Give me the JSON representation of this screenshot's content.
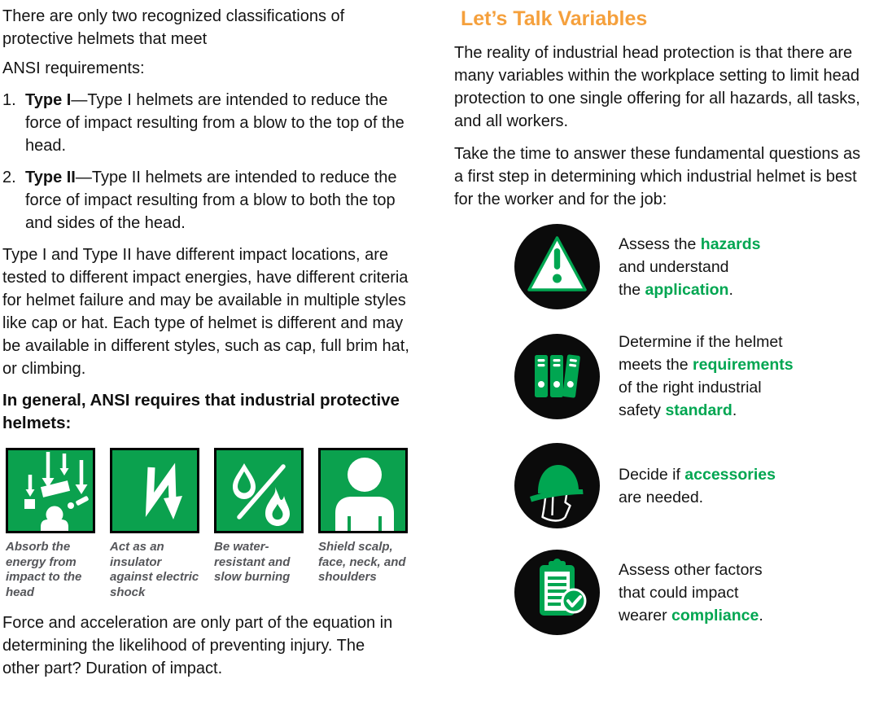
{
  "colors": {
    "green": "#00A651",
    "tile_green": "#0BA14E",
    "orange": "#F5A03C",
    "caption_gray": "#55565A",
    "badge_black": "#0B0B0B"
  },
  "left_column": {
    "intro_line_1": "There are only two recognized classifications of protective helmets that meet",
    "intro_line_2": "ANSI requirements:",
    "type_list": [
      {
        "number": "1.",
        "segments": [
          {
            "t": "Type I",
            "b": true
          },
          {
            "t": "—Type I helmets are intended to reduce the force of impact resulting from a blow to the top of the head."
          }
        ]
      },
      {
        "number": "2.",
        "segments": [
          {
            "t": "Type II",
            "b": true
          },
          {
            "t": "—Type II helmets are intended to reduce the force of impact resulting from a blow to both the top and sides of the head."
          }
        ]
      }
    ],
    "body_paragraph": "Type I and Type II have different impact locations, are tested to different impact energies, have different criteria for helmet failure and may be available in multiple styles like cap or hat. Each type of helmet is different and may be available in different styles, such as cap, full brim hat, or climbing.",
    "requirements_heading": "In general, ANSI requires that industrial protective helmets:",
    "requirement_tiles": [
      {
        "icon": "falling-objects-icon",
        "caption": "Absorb the energy from impact to the head"
      },
      {
        "icon": "electric-shock-icon",
        "caption": "Act as an insulator against electric shock"
      },
      {
        "icon": "water-flame-icon",
        "caption": "Be water-resistant and slow burning"
      },
      {
        "icon": "person-shield-icon",
        "caption": "Shield scalp, face, neck, and shoulders"
      }
    ],
    "closing_paragraph": "Force and acceleration are only part of the equation in determining the likelihood of preventing injury. The other part? Duration of impact."
  },
  "right_column": {
    "heading": "Let’s Talk Variables",
    "paragraph_1": "The reality of industrial head protection is that there are many variables within the workplace setting to limit head protection to one single offering for all hazards, all tasks, and all workers.",
    "paragraph_2": "Take the time to answer these fundamental questions as a first step in determining which industrial helmet is best for the worker and for the job:",
    "variable_items": [
      {
        "icon": "warning-triangle-icon",
        "lines": [
          [
            {
              "t": "Assess the "
            },
            {
              "t": "hazards",
              "g": true
            }
          ],
          [
            {
              "t": "and understand"
            }
          ],
          [
            {
              "t": "the "
            },
            {
              "t": "application",
              "g": true
            },
            {
              "t": "."
            }
          ]
        ]
      },
      {
        "icon": "binders-icon",
        "lines": [
          [
            {
              "t": "Determine if the helmet"
            }
          ],
          [
            {
              "t": "meets the "
            },
            {
              "t": "requirements",
              "g": true
            }
          ],
          [
            {
              "t": "of the right industrial"
            }
          ],
          [
            {
              "t": "safety "
            },
            {
              "t": "standard",
              "g": true
            },
            {
              "t": "."
            }
          ]
        ]
      },
      {
        "icon": "helmet-icon",
        "lines": [
          [
            {
              "t": "Decide if "
            },
            {
              "t": "accessories",
              "g": true
            }
          ],
          [
            {
              "t": "are needed."
            }
          ]
        ]
      },
      {
        "icon": "clipboard-check-icon",
        "lines": [
          [
            {
              "t": "Assess other factors"
            }
          ],
          [
            {
              "t": "that could impact"
            }
          ],
          [
            {
              "t": "wearer "
            },
            {
              "t": "compliance",
              "g": true
            },
            {
              "t": "."
            }
          ]
        ]
      }
    ]
  }
}
